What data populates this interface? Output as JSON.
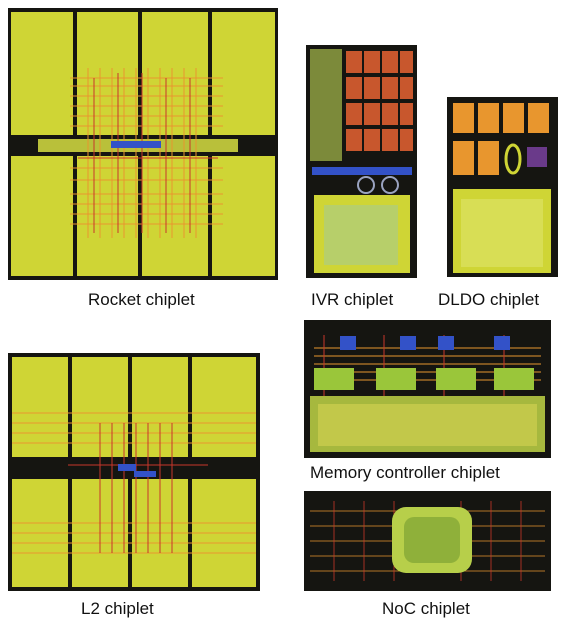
{
  "chiplets": [
    {
      "key": "rocket",
      "label": "Rocket chiplet"
    },
    {
      "key": "ivr",
      "label": "IVR chiplet"
    },
    {
      "key": "dldo",
      "label": "DLDO chiplet"
    },
    {
      "key": "l2",
      "label": "L2 chiplet"
    },
    {
      "key": "memctrl",
      "label": "Memory controller chiplet"
    },
    {
      "key": "noc",
      "label": "NoC chiplet"
    }
  ],
  "colors": {
    "die_background": "#151511",
    "logic_fill": "#cfd535",
    "bright_fill": "#e2e33e",
    "routing_orange": "#e8962e",
    "routing_red": "#c8372a",
    "macro_blue": "#3352c8",
    "speckle_green": "#3b8a4a"
  }
}
